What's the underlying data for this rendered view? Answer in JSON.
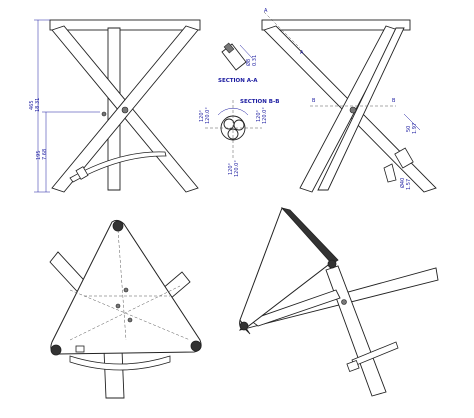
{
  "labels": {
    "section_aa": "SECTION A-A",
    "section_bb": "SECTION B-B",
    "mark_a_top": "A",
    "mark_a_bottom": "A",
    "mark_b_left": "B",
    "mark_b_right": "B"
  },
  "dimensions": {
    "total_height": "465",
    "total_height_in": "18.31",
    "lower_height": "195",
    "lower_height_in": "7.68",
    "hole_dia": "Ø8",
    "hole_dia_in": "0.31",
    "bottom_dia": "Ø40",
    "bottom_dia_in": "1.57",
    "angle_1": "120°",
    "angle_1b": "120.0°",
    "angle_2": "120°",
    "angle_2b": "120.0°",
    "angle_3": "120°",
    "angle_3b": "120.0°",
    "leg_spacing": "50",
    "leg_spacing_in": "1.97"
  },
  "colors": {
    "dimension": "#1a1aa0",
    "line": "#222222"
  }
}
